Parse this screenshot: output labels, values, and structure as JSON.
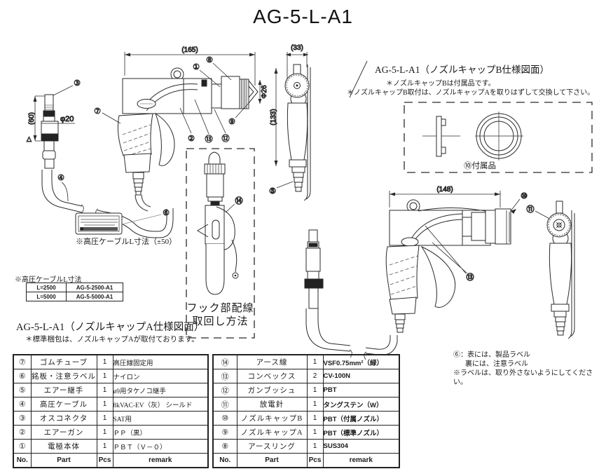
{
  "title": "AG-5-L-A1",
  "callouts": {
    "c1": "①",
    "c2": "②",
    "c3": "③",
    "c4": "④",
    "c5": "⑤",
    "c6": "⑥",
    "c7": "⑦",
    "c8": "⑧",
    "c9": "⑨",
    "c10": "⑩",
    "c11": "⑪",
    "c12": "⑫",
    "c13": "⑬",
    "c14": "⑭"
  },
  "dimensions": {
    "front_width": "(165)",
    "electrode_height": "(60)",
    "side_width": "(33)",
    "side_height": "(133)",
    "cap_b_width": "(148)",
    "electrode_dia": "φ20",
    "nozzle_dia": "Φ26",
    "datum": "△",
    "cable_length_note": "※高圧ケーブルL寸法（±50）"
  },
  "hook_box": {
    "line1": "フック部配線",
    "line2": "取回し方法"
  },
  "cap_b_section": {
    "title": "AG-5-L-A1（ノズルキャップB仕様図面）",
    "note1": "＊ノズルキャップBは付属品です。",
    "note2": "＊ノズルキャップB取付は、ノズルキャップAを取りはずして交換して下さい。",
    "accessory_label": "⑩付属品"
  },
  "cable_table": {
    "title": "※高圧ケーブルL寸法",
    "rows": [
      {
        "length": "L=2500",
        "model": "AG-5-2500-A1"
      },
      {
        "length": "L=5000",
        "model": "AG-5-5000-A1"
      }
    ]
  },
  "cap_a_section": {
    "title": "AG-5-L-A1（ノズルキャップA仕様図面）",
    "note": "＊標準梱包は、ノズルキャップAが取付ております。"
  },
  "parts_table_left": {
    "headers": {
      "no": "No.",
      "part": "Part",
      "pcs": "Pcs",
      "remark": "remark"
    },
    "rows": [
      {
        "no": "⑦",
        "part": "ゴムチューブ",
        "pcs": "1",
        "remark": "高圧線固定用"
      },
      {
        "no": "⑥",
        "part": "銘板・注意ラベル",
        "pcs": "1",
        "remark": "ナイロン"
      },
      {
        "no": "⑤",
        "part": "エアー継手",
        "pcs": "1",
        "remark": "ø9用タケノコ継手"
      },
      {
        "no": "④",
        "part": "高圧ケーブル",
        "pcs": "1",
        "remark": "8kVAC-EV（灰） シールド"
      },
      {
        "no": "③",
        "part": "オスコネクタ",
        "pcs": "1",
        "remark": "SAT用"
      },
      {
        "no": "②",
        "part": "エアーガン",
        "pcs": "1",
        "remark": "ＰＰ（黒）"
      },
      {
        "no": "①",
        "part": "電極本体",
        "pcs": "1",
        "remark": "ＰＢＴ（Ｖ－０）"
      }
    ]
  },
  "parts_table_right": {
    "headers": {
      "no": "No.",
      "part": "Part",
      "pcs": "Pcs",
      "remark": "remark"
    },
    "rows": [
      {
        "no": "⑭",
        "part": "アース線",
        "pcs": "1",
        "remark": "VSF0.75mm²（緑）"
      },
      {
        "no": "⑬",
        "part": "コンベックス",
        "pcs": "2",
        "remark": "CV-100N"
      },
      {
        "no": "⑫",
        "part": "ガンブッシュ",
        "pcs": "1",
        "remark": "PBT"
      },
      {
        "no": "⑪",
        "part": "放電針",
        "pcs": "1",
        "remark": "タングステン（W）"
      },
      {
        "no": "⑩",
        "part": "ノズルキャップB",
        "pcs": "1",
        "remark": "PBT（付属ノズル）"
      },
      {
        "no": "⑨",
        "part": "ノズルキャップA",
        "pcs": "1",
        "remark": "PBT（標準ノズル）"
      },
      {
        "no": "⑧",
        "part": "アースリング",
        "pcs": "1",
        "remark": "SUS304"
      }
    ]
  },
  "label_notes": {
    "line1": "⑥：表には、製品ラベル",
    "line2": "裏には、注意ラベル",
    "line3": "※ラベルは、取り外さないようにしてください。"
  }
}
